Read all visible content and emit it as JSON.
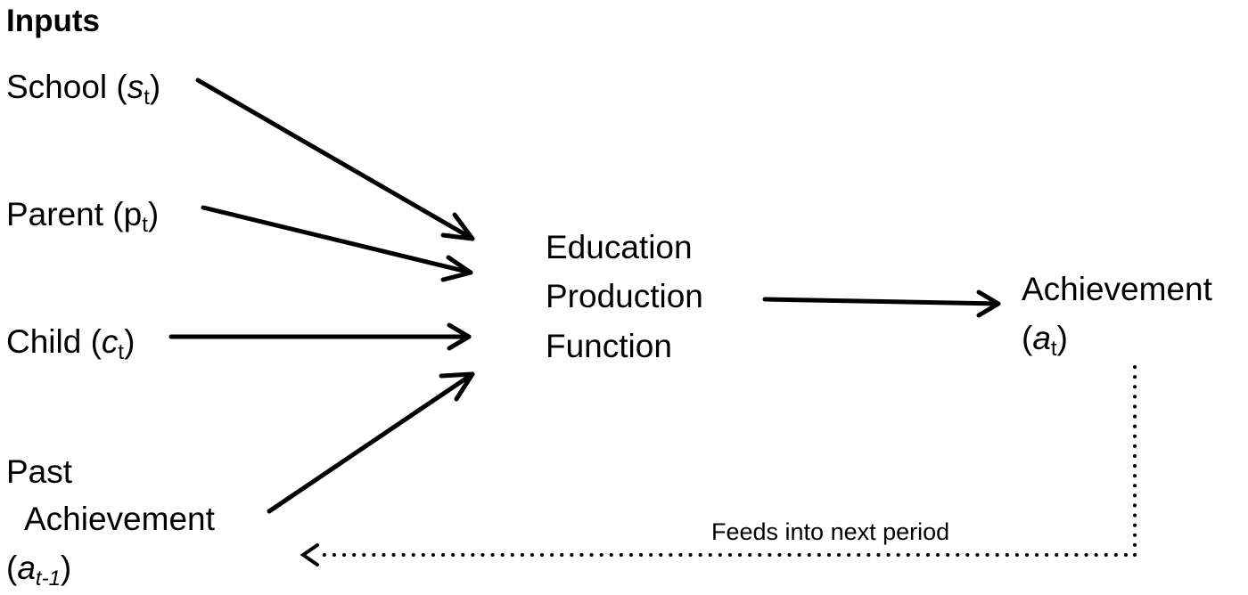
{
  "title": "Inputs",
  "inputs": {
    "school": {
      "label": "School (",
      "var": "s",
      "sub": "t",
      "close": ")"
    },
    "parent": {
      "label": "Parent (",
      "var": "p",
      "sub": "t",
      "close": ")"
    },
    "child": {
      "label": "Child (",
      "var": "c",
      "sub": "t",
      "close": ")"
    },
    "past": {
      "line1": "Past",
      "line2": "Achievement",
      "open": "(",
      "var": "a",
      "sub": "t-1",
      "close": ")"
    }
  },
  "process": {
    "line1": "Education",
    "line2": "Production",
    "line3": "Function"
  },
  "output": {
    "line1": "Achievement",
    "open": "(",
    "var": "a",
    "sub": "t",
    "close": ")"
  },
  "feedback": {
    "label": "Feeds into next period",
    "style": "dotted"
  }
}
